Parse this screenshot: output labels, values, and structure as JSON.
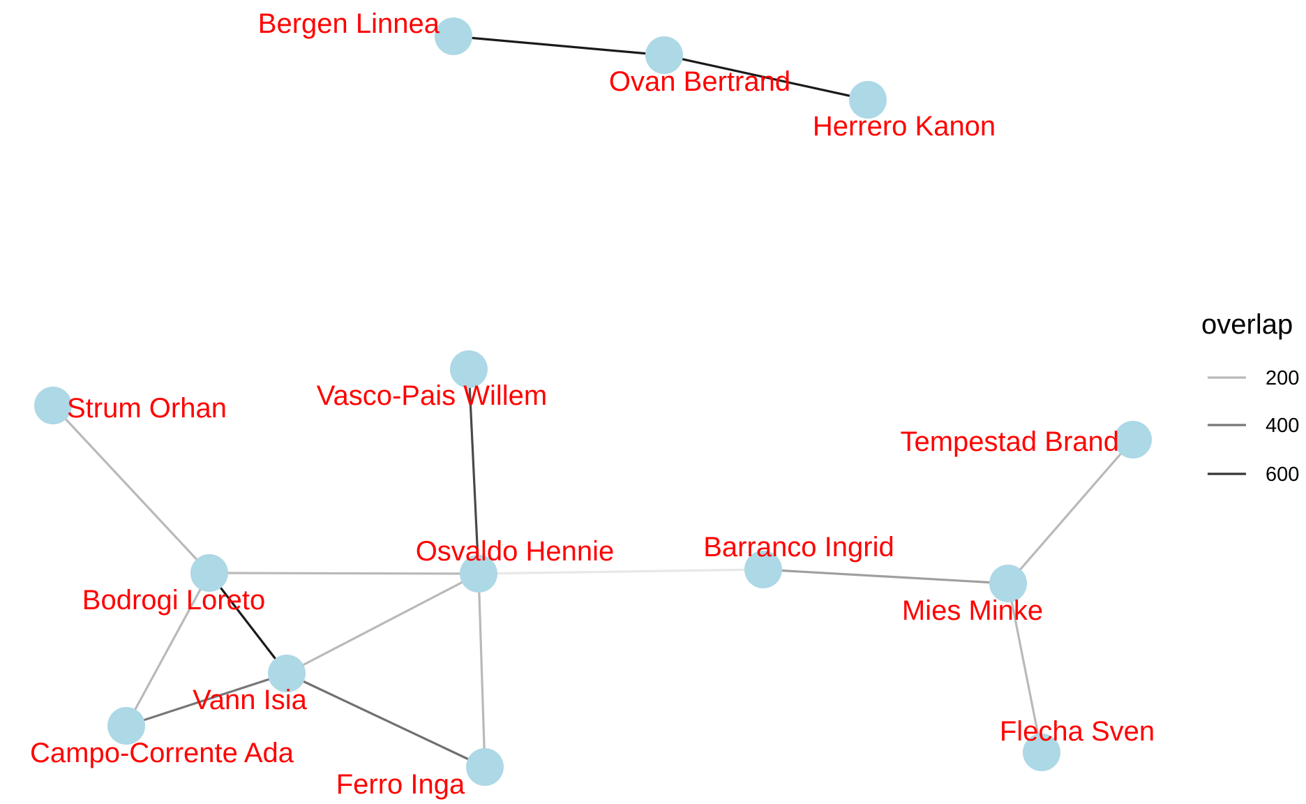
{
  "colors": {
    "background": "#ffffff",
    "node_fill": "#add8e6",
    "label_color": "#ff0000",
    "edge_low": "#e8e8e8",
    "edge_high": "#1a1a1a"
  },
  "chart_data": {
    "type": "network",
    "nodes": [
      {
        "id": "bergen",
        "label": "Bergen Linnea"
      },
      {
        "id": "ovan",
        "label": "Ovan Bertrand"
      },
      {
        "id": "herrero",
        "label": "Herrero Kanon"
      },
      {
        "id": "strum",
        "label": "Strum Orhan"
      },
      {
        "id": "vasco",
        "label": "Vasco-Pais Willem"
      },
      {
        "id": "tempestad",
        "label": "Tempestad Brand"
      },
      {
        "id": "osvaldo",
        "label": "Osvaldo Hennie"
      },
      {
        "id": "barranco",
        "label": "Barranco Ingrid"
      },
      {
        "id": "bodrogi",
        "label": "Bodrogi Loreto"
      },
      {
        "id": "mies",
        "label": "Mies Minke"
      },
      {
        "id": "vann",
        "label": "Vann Isia"
      },
      {
        "id": "campo",
        "label": "Campo-Corrente Ada"
      },
      {
        "id": "ferro",
        "label": "Ferro Inga"
      },
      {
        "id": "flecha",
        "label": "Flecha Sven"
      }
    ],
    "edges": [
      {
        "source": "bergen",
        "target": "ovan",
        "overlap": 680
      },
      {
        "source": "ovan",
        "target": "herrero",
        "overlap": 680
      },
      {
        "source": "strum",
        "target": "bodrogi",
        "overlap": 200
      },
      {
        "source": "bodrogi",
        "target": "osvaldo",
        "overlap": 200
      },
      {
        "source": "bodrogi",
        "target": "vann",
        "overlap": 680
      },
      {
        "source": "bodrogi",
        "target": "campo",
        "overlap": 200
      },
      {
        "source": "vasco",
        "target": "osvaldo",
        "overlap": 540
      },
      {
        "source": "osvaldo",
        "target": "barranco",
        "overlap": 60
      },
      {
        "source": "osvaldo",
        "target": "vann",
        "overlap": 200
      },
      {
        "source": "osvaldo",
        "target": "ferro",
        "overlap": 200
      },
      {
        "source": "vann",
        "target": "campo",
        "overlap": 400
      },
      {
        "source": "vann",
        "target": "ferro",
        "overlap": 420
      },
      {
        "source": "barranco",
        "target": "mies",
        "overlap": 280
      },
      {
        "source": "tempestad",
        "target": "mies",
        "overlap": 200
      },
      {
        "source": "mies",
        "target": "flecha",
        "overlap": 200
      }
    ],
    "overlap_domain": [
      60,
      680
    ],
    "legend": {
      "title": "overlap",
      "entries": [
        {
          "label": "200",
          "value": 200
        },
        {
          "label": "400",
          "value": 400
        },
        {
          "label": "600",
          "value": 600
        }
      ]
    }
  }
}
